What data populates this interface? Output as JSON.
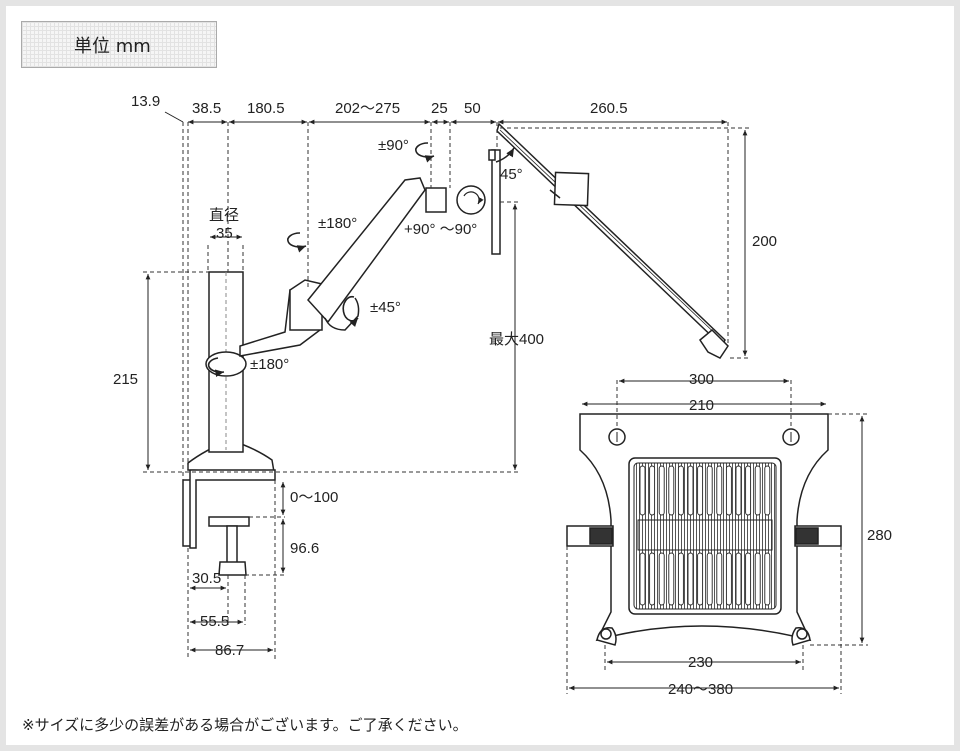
{
  "unit_label": "単位 mm",
  "note": "※サイズに多少の誤差がある場合がございます。ご了承ください。",
  "dims": {
    "d13_9": "13.9",
    "d38_5": "38.5",
    "d180_5": "180.5",
    "d202_275": "202～275",
    "d25": "25",
    "d50": "50",
    "d260_5": "260.5",
    "rot90_top": "±90°",
    "tilt45": "45°",
    "tilt90": "+90° ～90°",
    "diameter_label": "直径",
    "d35": "35",
    "rot180_arm": "±180°",
    "rot45": "±45°",
    "rot180_pole": "±180°",
    "d200": "200",
    "max400": "最大400",
    "d215": "215",
    "d300": "300",
    "d210": "210",
    "d280": "280",
    "d0_100": "0～100",
    "d96_6": "96.6",
    "d30_5": "30.5",
    "d55_5": "55.5",
    "d86_7": "86.7",
    "d230": "230",
    "d240_380": "240～380"
  }
}
